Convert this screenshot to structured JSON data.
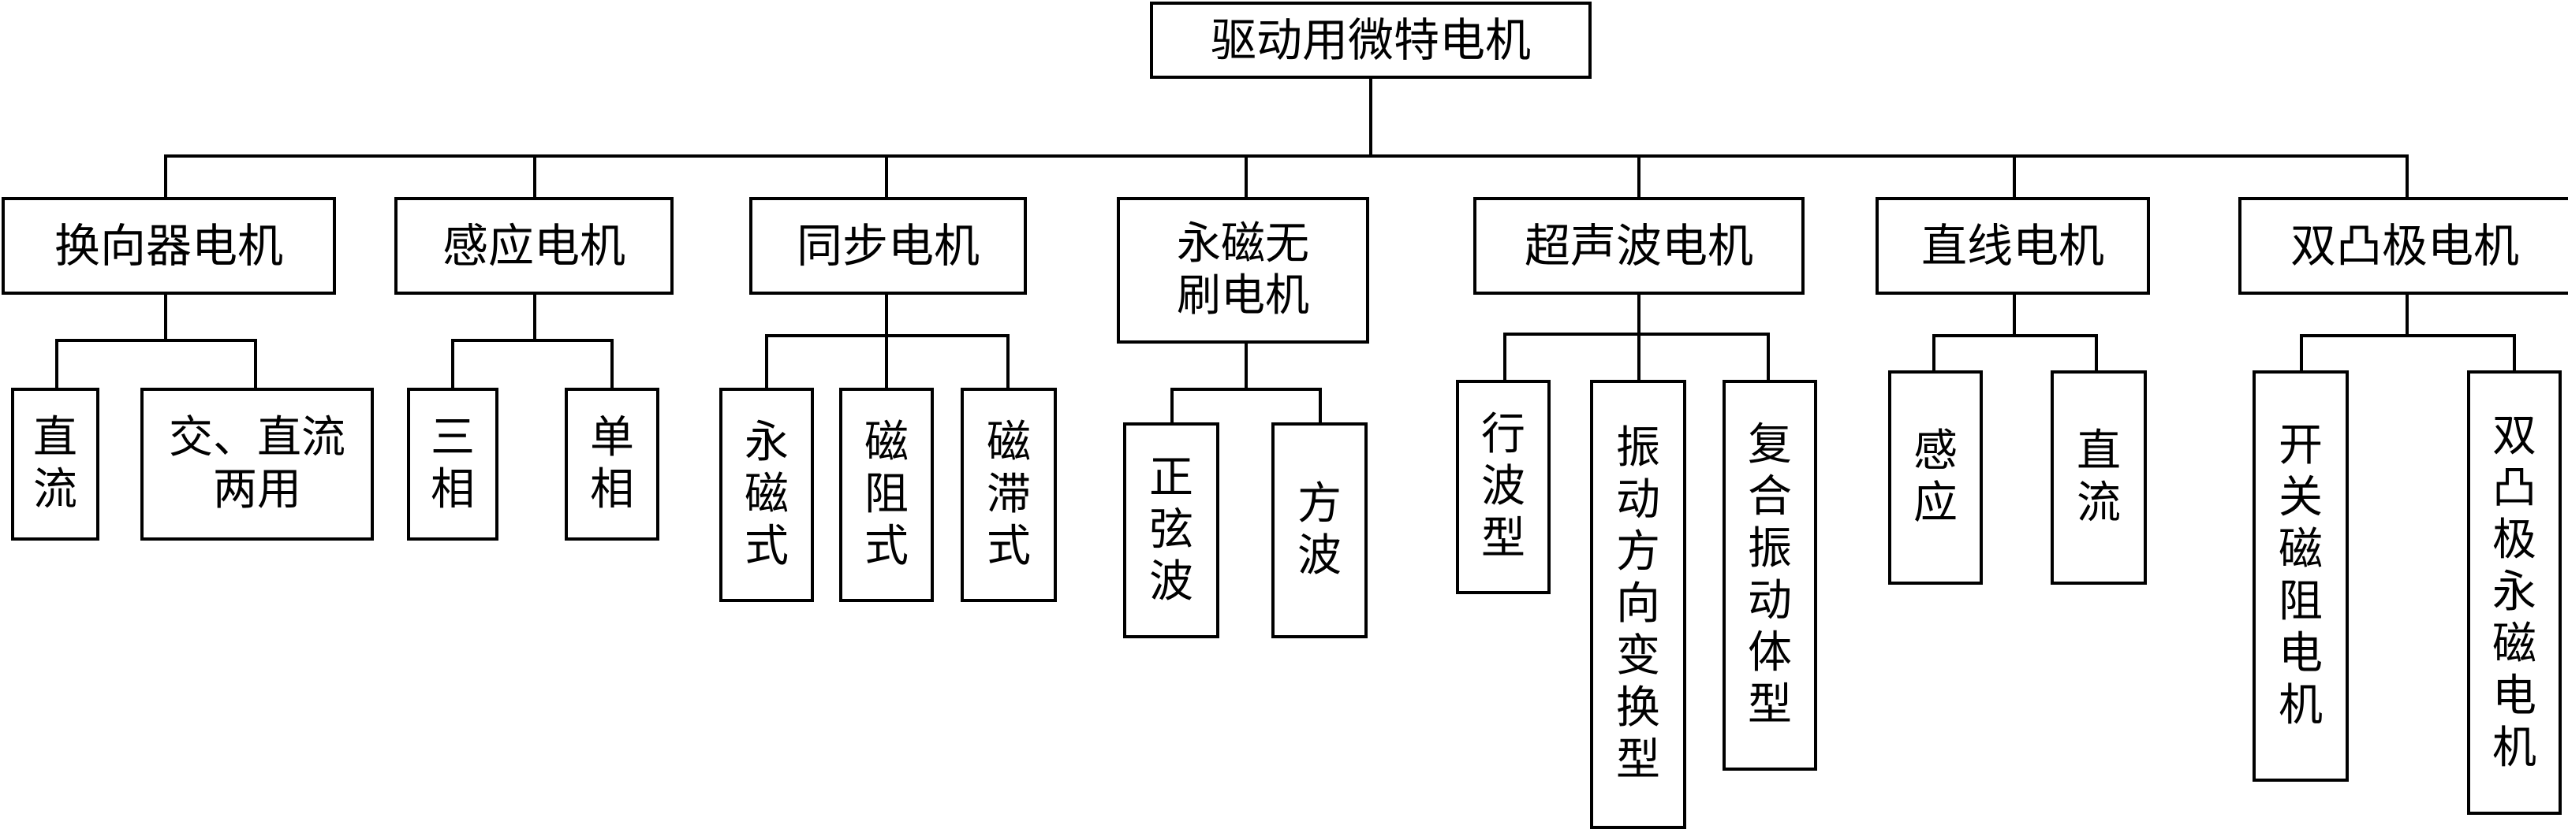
{
  "root": "驱动用微特电机",
  "categories": [
    {
      "label": "换向器电机",
      "children": [
        "直流",
        "交、直流两用"
      ]
    },
    {
      "label": "感应电机",
      "children": [
        "三相",
        "单相"
      ]
    },
    {
      "label": "同步电机",
      "children": [
        "永磁式",
        "磁阻式",
        "磁滞式"
      ]
    },
    {
      "label": "永磁无刷电机",
      "children": [
        "正弦波",
        "方波"
      ]
    },
    {
      "label": "超声波电机",
      "children": [
        "行波型",
        "振动方向变换型",
        "复合振动体型"
      ]
    },
    {
      "label": "直线电机",
      "children": [
        "感应",
        "直流"
      ]
    },
    {
      "label": "双凸极电机",
      "children": [
        "开关磁阻电机",
        "双凸极永磁电机"
      ]
    }
  ]
}
